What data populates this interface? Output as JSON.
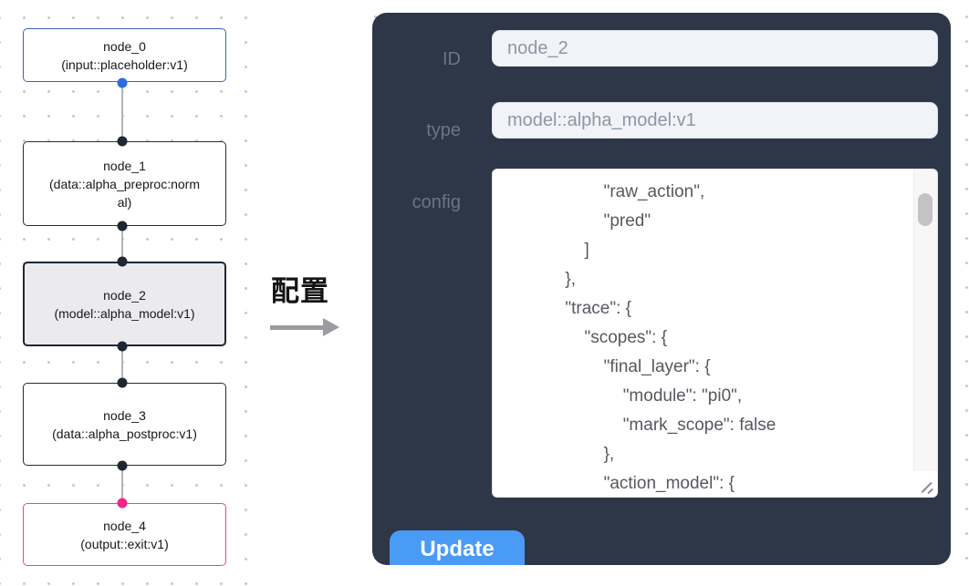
{
  "flowchart": {
    "nodes": [
      {
        "id": "node_0",
        "type_label": "(input::placeholder:v1)",
        "variant": "input"
      },
      {
        "id": "node_1",
        "type_label": "(data::alpha_preproc:normal)",
        "variant": "default"
      },
      {
        "id": "node_2",
        "type_label": "(model::alpha_model:v1)",
        "variant": "selected"
      },
      {
        "id": "node_3",
        "type_label": "(data::alpha_postproc:v1)",
        "variant": "default"
      },
      {
        "id": "node_4",
        "type_label": "(output::exit:v1)",
        "variant": "output"
      }
    ]
  },
  "annotation": {
    "label": "配置"
  },
  "panel": {
    "fields": [
      {
        "label": "ID",
        "value": "node_2"
      },
      {
        "label": "type",
        "value": "model::alpha_model:v1"
      }
    ],
    "config_label": "config",
    "config_lines": [
      "                    \"raw_action\",",
      "                    \"pred\"",
      "                ]",
      "            },",
      "            \"trace\": {",
      "                \"scopes\": {",
      "                    \"final_layer\": {",
      "                        \"module\": \"pi0\",",
      "                        \"mark_scope\": false",
      "                    },",
      "                    \"action_model\": {"
    ],
    "update_label": "Update"
  },
  "colors": {
    "panel_bg": "#2d3748",
    "accent_blue": "#4a9bf6",
    "node_input_border": "#3565bb",
    "node_output_border": "#ec4589",
    "node_selected_bg": "#ebebee",
    "port_blue": "#2d6ce0",
    "port_pink": "#f2248e",
    "port_dark": "#1f2734",
    "edge_gray": "#b5b5ba"
  }
}
